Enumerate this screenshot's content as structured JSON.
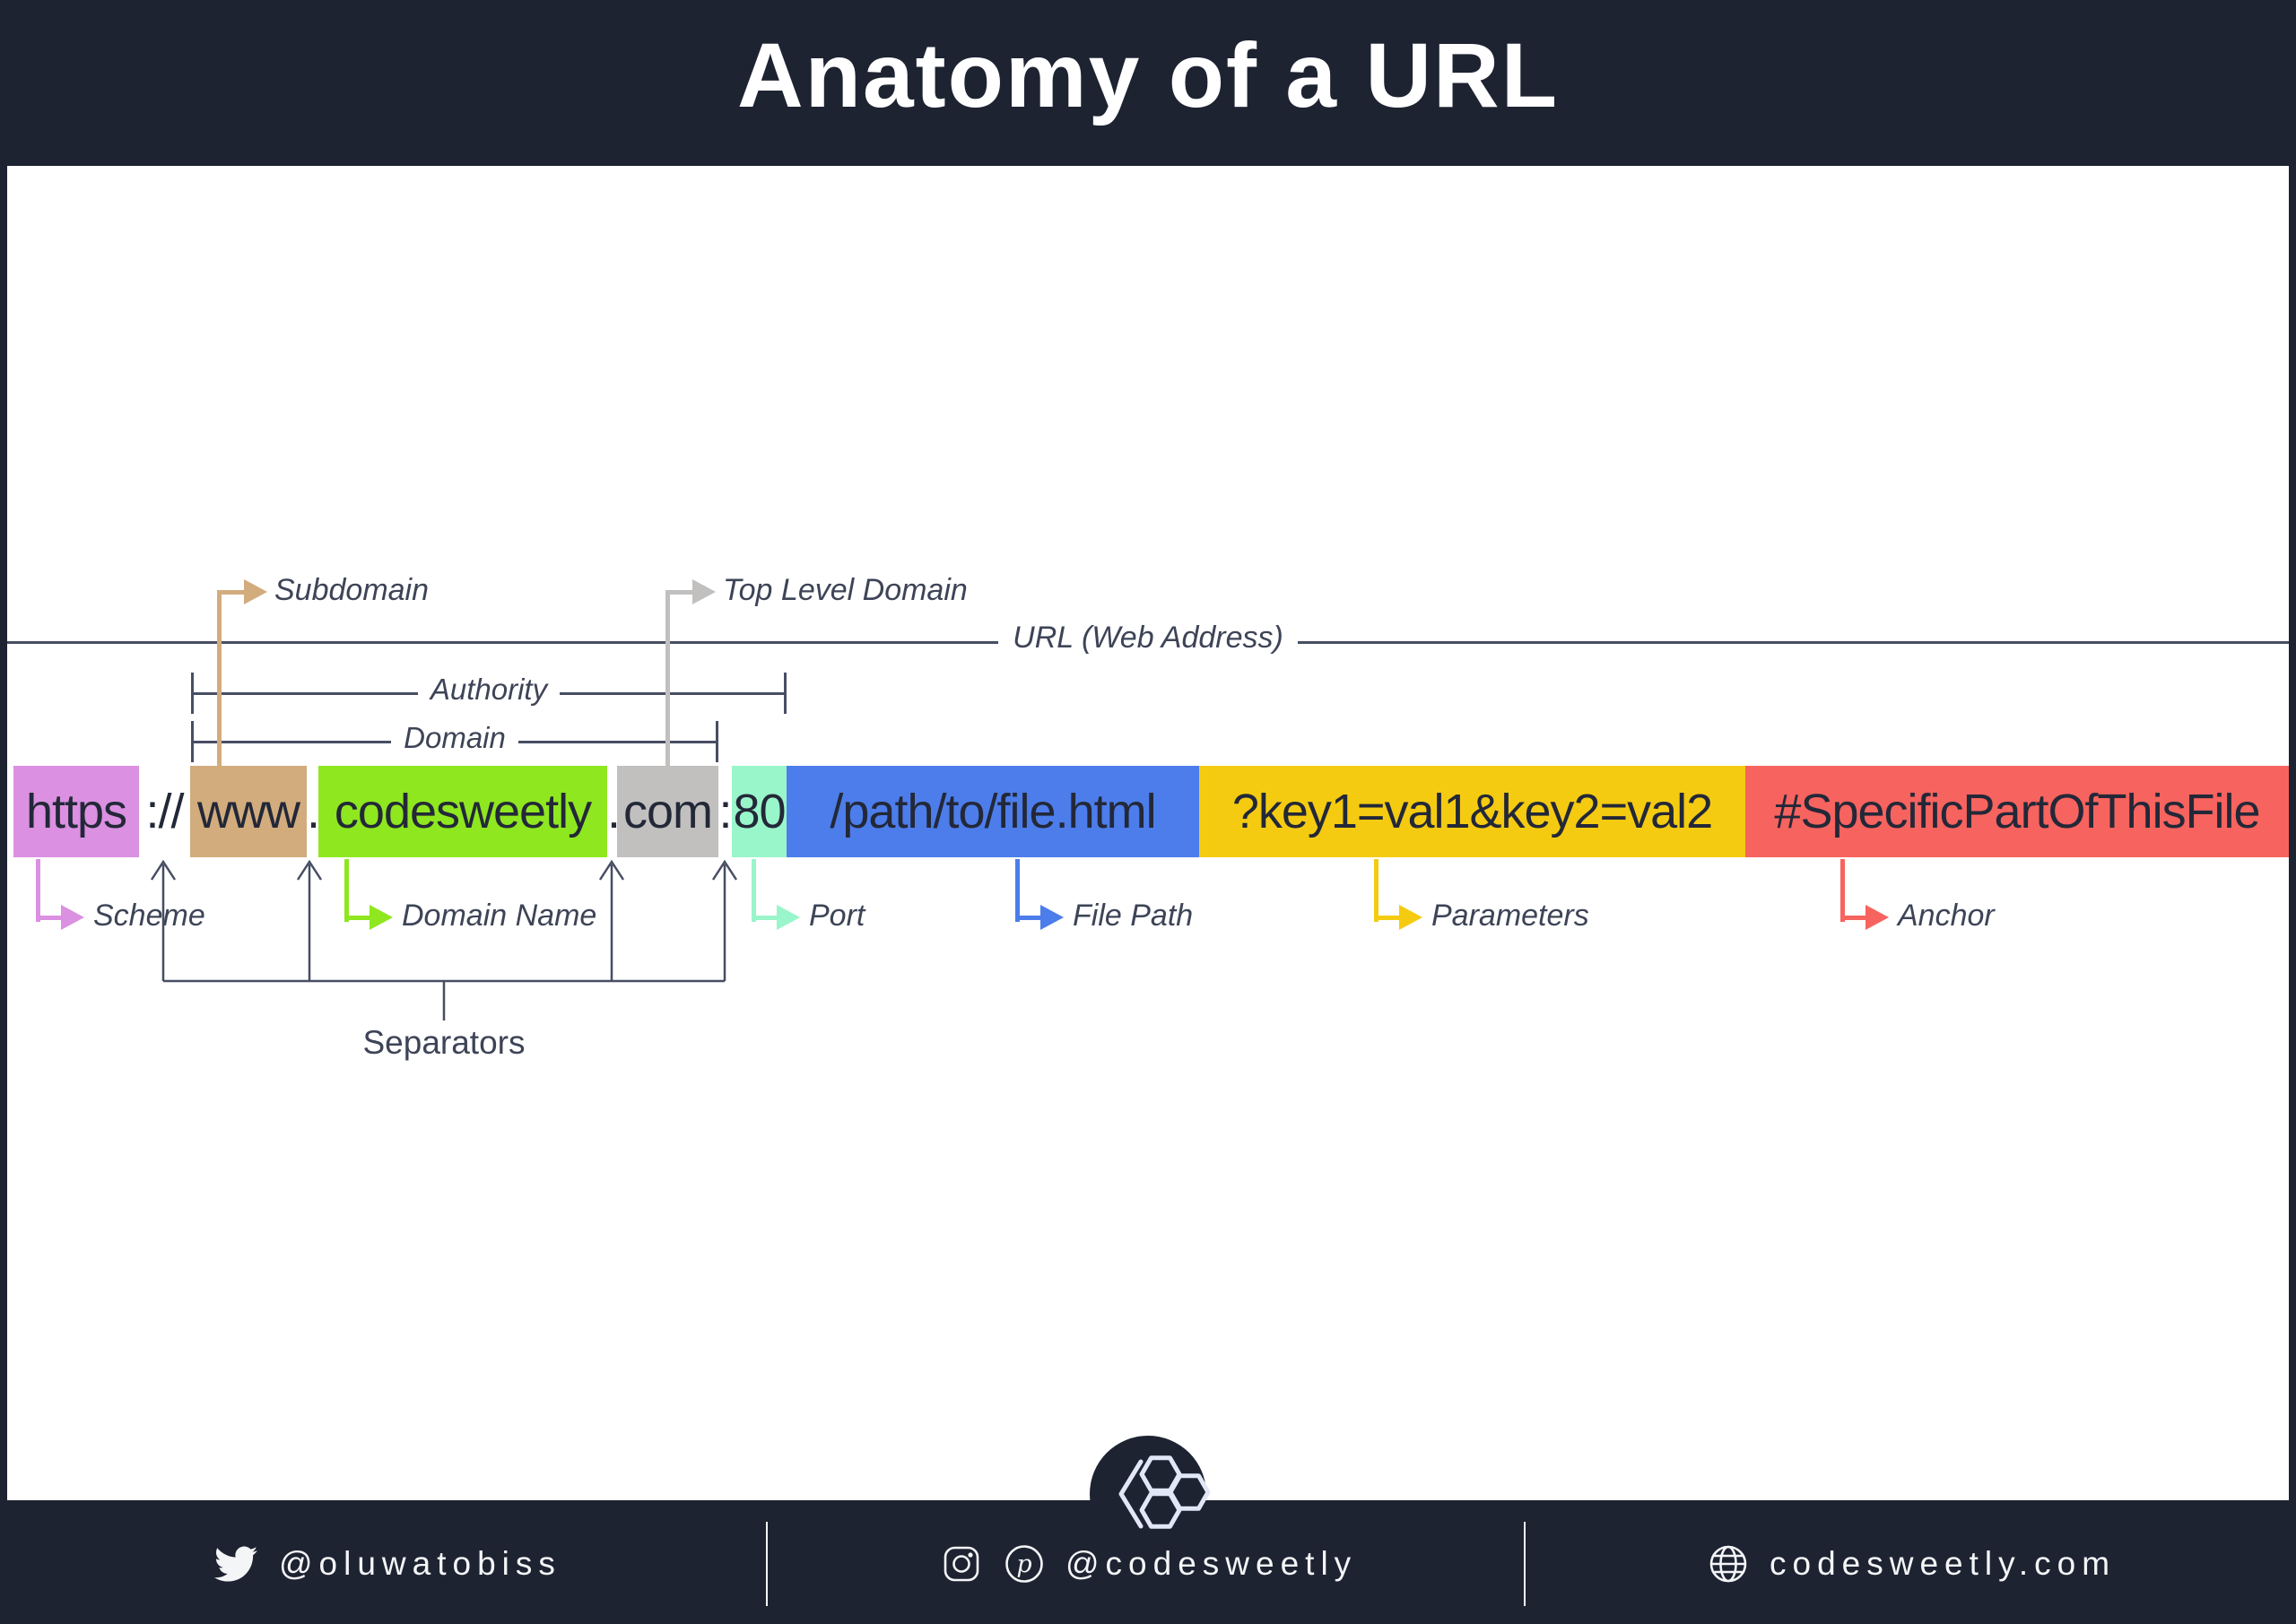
{
  "title": "Anatomy of a URL",
  "url_line": {
    "label": "URL (Web Address)"
  },
  "brackets": [
    {
      "label": "Authority"
    },
    {
      "label": "Domain"
    }
  ],
  "callouts_top": [
    {
      "label": "Subdomain",
      "color": "#d2ac7d"
    },
    {
      "label": "Top Level Domain",
      "color": "#c1c0bf"
    }
  ],
  "url_bar": {
    "full_url": "https://www.codesweetly.com:80/path/to/file.html?key1=val1&key2=val2#SpecificPartOfThisFile",
    "segments": [
      {
        "part": "scheme",
        "text": "https",
        "color": "#db90e1"
      },
      {
        "part": "scheme-separator",
        "text": "://",
        "color": ""
      },
      {
        "part": "subdomain",
        "text": "www",
        "color": "#d2ac7d"
      },
      {
        "part": "dot-separator",
        "text": ".",
        "color": ""
      },
      {
        "part": "domain-name",
        "text": "codesweetly",
        "color": "#8fe71f"
      },
      {
        "part": "dot-separator",
        "text": ".",
        "color": ""
      },
      {
        "part": "top-level-domain",
        "text": "com",
        "color": "#c1c0bf"
      },
      {
        "part": "port-separator",
        "text": ":",
        "color": ""
      },
      {
        "part": "port",
        "text": "80",
        "color": "#99f5ca"
      },
      {
        "part": "file-path",
        "text": "/path/to/file.html",
        "color": "#4c7dea"
      },
      {
        "part": "parameters",
        "text": "?key1=val1&key2=val2",
        "color": "#f5cb11"
      },
      {
        "part": "anchor",
        "text": "#SpecificPartOfThisFile",
        "color": "#f7635e"
      }
    ]
  },
  "callouts_bottom": [
    {
      "label": "Scheme",
      "color": "#db90e1"
    },
    {
      "label": "Domain Name",
      "color": "#8fe71f"
    },
    {
      "label": "Port",
      "color": "#99f5ca"
    },
    {
      "label": "File Path",
      "color": "#4c7dea"
    },
    {
      "label": "Parameters",
      "color": "#f5cb11"
    },
    {
      "label": "Anchor",
      "color": "#f7635e"
    }
  ],
  "separators": {
    "label": "Separators"
  },
  "footer": {
    "twitter_handle": "@oluwatobiss",
    "social_handle": "@codesweetly",
    "website": "codesweetly.com"
  },
  "colors": {
    "background_dark": "#1e2332",
    "panel": "#ffffff",
    "url_text": "#232838",
    "line": "#474e63",
    "label_text": "#3e4457",
    "footer_text": "#f4f5f7",
    "logo": "#e2e7f7"
  }
}
